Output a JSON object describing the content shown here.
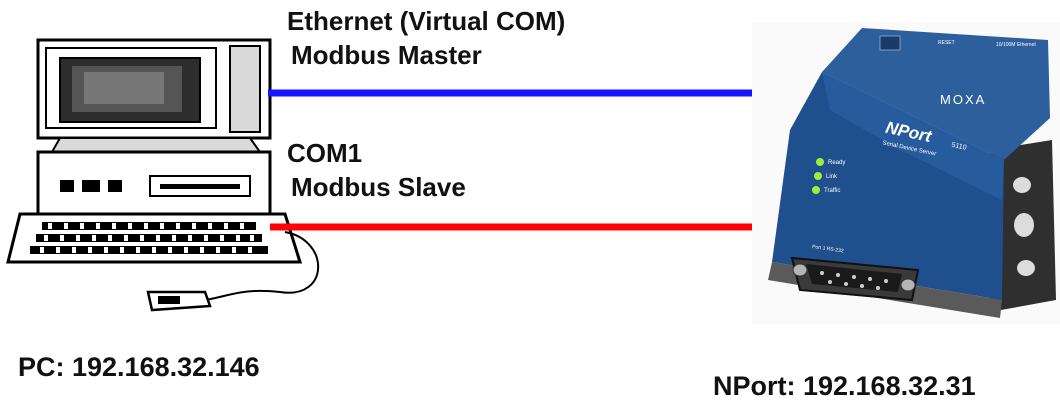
{
  "labels": {
    "ethernet_line1": "Ethernet (Virtual COM)",
    "ethernet_line2": "Modbus Master",
    "com_line1": "COM1",
    "com_line2": "Modbus Slave",
    "pc_address": "PC: 192.168.32.146",
    "nport_address": "NPort: 192.168.32.31"
  },
  "device": {
    "brand": "MOXA",
    "product": "NPort",
    "model": "5110",
    "subtitle": "Serial Device Server",
    "leds": [
      "Ready",
      "Link",
      "Traffic"
    ],
    "port_label": "Port 1  RS-232",
    "reset_label": "RESET",
    "eth_label": "10/100M Ethernet"
  },
  "colors": {
    "ethernet_line": "#1414ff",
    "serial_line": "#ff0000",
    "device_body": "#1f4f8c",
    "led": "#9cf03a"
  },
  "icons": [
    "desktop-computer-icon",
    "nport-device-icon"
  ]
}
